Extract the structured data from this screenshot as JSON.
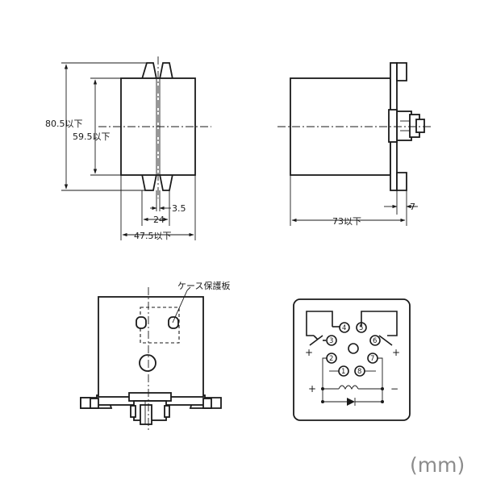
{
  "unit_label": "(mm)",
  "front_view": {
    "dim_height_outer": "80.5以下",
    "dim_height_inner": "59.5以下",
    "dim_pitch": "3.5",
    "dim_slot": "24",
    "dim_width": "47.5以下"
  },
  "side_view": {
    "dim_depth": "73以下",
    "dim_flange": "7"
  },
  "bottom_view": {
    "callout": "ケース保護板"
  },
  "terminal_diagram": {
    "pins": [
      "4",
      "5",
      "3",
      "6",
      "2",
      "7",
      "1",
      "8"
    ],
    "sign_plus": "+",
    "sign_minus": "−"
  }
}
